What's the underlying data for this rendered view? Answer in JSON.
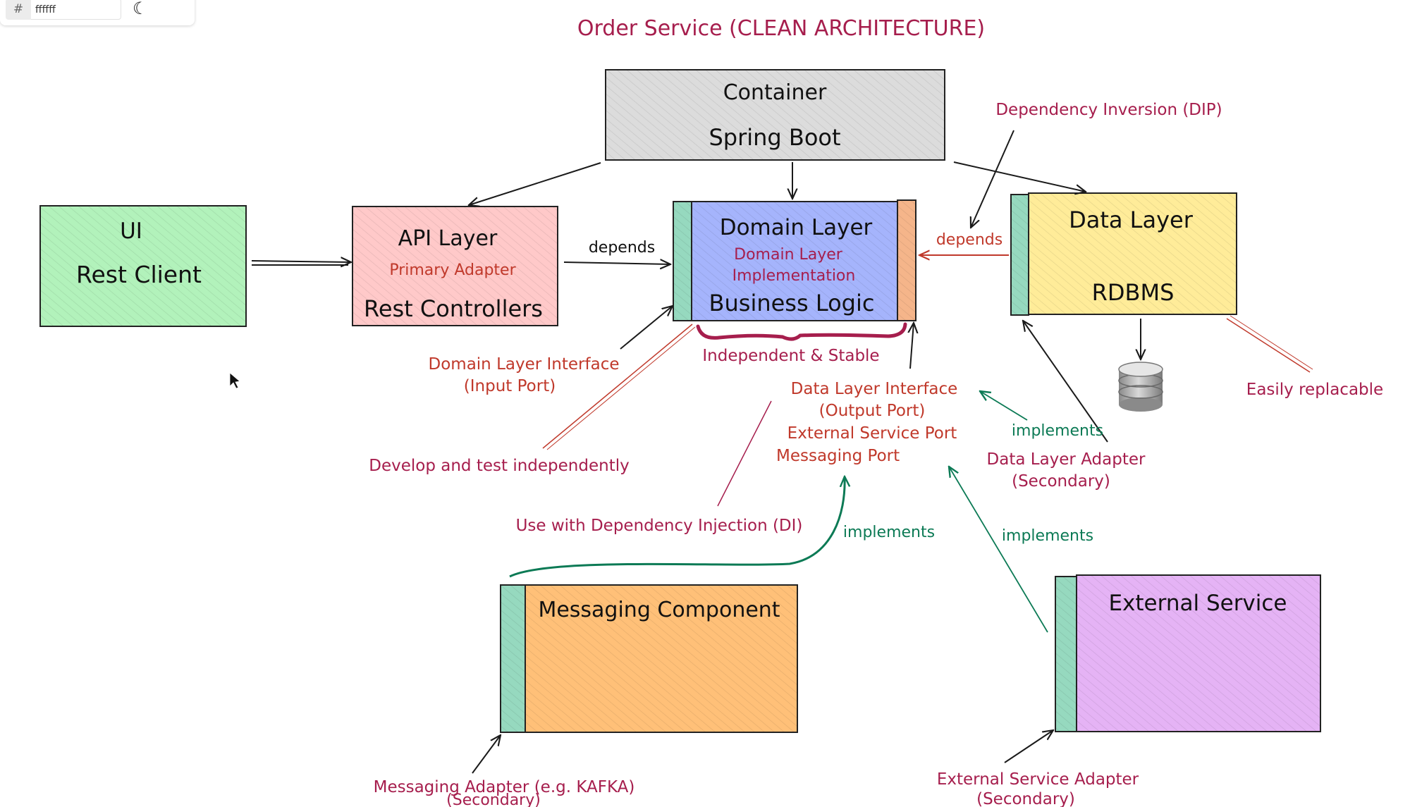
{
  "title": "Order Service (CLEAN ARCHITECTURE)",
  "toolbar": {
    "hash_symbol": "#",
    "hex_value": "ffffff",
    "theme_icon": "moon-icon"
  },
  "colors": {
    "ui_fill": "#b2f2bb",
    "api_fill": "#ffc9c9",
    "domain_fill": "#a5b4fc",
    "data_fill": "#ffec99",
    "container_fill": "#dcdcdc",
    "messaging_fill": "#ffc078",
    "external_fill": "#e5b3f5",
    "port_fill": "#96d9bf",
    "out_port_fill": "#f5b58a",
    "annotation_red": "#c0392b",
    "annotation_magenta": "#a61e4d",
    "implements_green": "#0c7a55"
  },
  "boxes": {
    "container": {
      "line1": "Container",
      "line2": "Spring Boot"
    },
    "ui": {
      "line1": "UI",
      "line2": "Rest Client"
    },
    "api": {
      "title": "API Layer",
      "subtitle": "Primary Adapter",
      "bottom": "Rest Controllers"
    },
    "domain": {
      "title": "Domain Layer",
      "sub1": "Domain Layer",
      "sub2": "Implementation",
      "bottom": "Business Logic"
    },
    "data": {
      "title": "Data Layer",
      "bottom": "RDBMS"
    },
    "messaging": {
      "title": "Messaging Component"
    },
    "external": {
      "title": "External Service"
    }
  },
  "labels": {
    "depends_left": "depends",
    "depends_right": "depends",
    "dip": "Dependency Inversion (DIP)",
    "independent": "Independent & Stable",
    "input_port_1": "Domain Layer Interface",
    "input_port_2": "(Input Port)",
    "output_port_1": "Data Layer Interface",
    "output_port_2": "(Output Port)",
    "output_port_3": "External Service Port",
    "output_port_4": "Messaging Port",
    "develop_test": "Develop and test independently",
    "use_di": "Use with Dependency Injection (DI)",
    "implements_data": "implements",
    "implements_messaging": "implements",
    "implements_external": "implements",
    "data_adapter_1": "Data Layer Adapter",
    "data_adapter_2": "(Secondary)",
    "easily_replacable": "Easily replacable",
    "messaging_adapter_1": "Messaging Adapter (e.g. KAFKA)",
    "messaging_adapter_2": "(Secondary)",
    "external_adapter_1": "External Service Adapter",
    "external_adapter_2": "(Secondary)"
  },
  "icons": {
    "database": "database-icon",
    "cursor": "mouse-cursor-icon"
  }
}
